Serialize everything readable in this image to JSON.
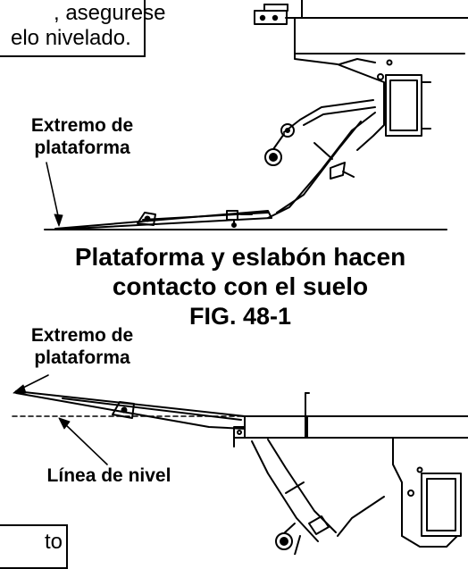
{
  "note_top": {
    "line1": ", asegurese",
    "line2": "elo nivelado."
  },
  "figure_top": {
    "label_lines": [
      "Extremo de",
      "plataforma"
    ],
    "caption_lines": [
      "Plataforma y eslabón hacen",
      "contacto con el suelo"
    ],
    "fig_number": "FIG. 48-1"
  },
  "figure_bottom": {
    "label_lines": [
      "Extremo de",
      "plataforma"
    ],
    "level_label": "Línea de nivel"
  },
  "note_bottom": {
    "fragment": "to"
  }
}
